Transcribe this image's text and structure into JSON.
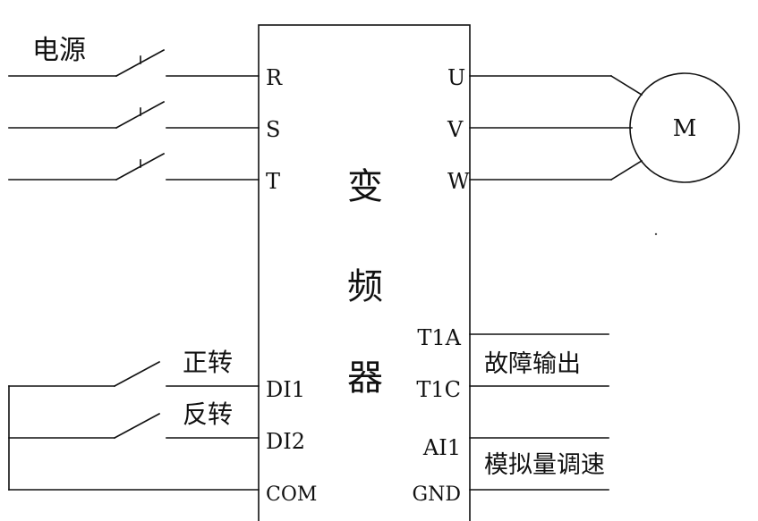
{
  "power_label": "电源",
  "inverter": {
    "title_chars": [
      "变",
      "频",
      "器"
    ],
    "inputs": [
      "R",
      "S",
      "T"
    ],
    "outputs": [
      "U",
      "V",
      "W"
    ],
    "digital_inputs": [
      "DI1",
      "DI2",
      "COM"
    ],
    "relay_terms": [
      "T1A",
      "T1C"
    ],
    "analog_terms": [
      "AI1",
      "GND"
    ]
  },
  "motor_label": "M",
  "forward_label": "正转",
  "reverse_label": "反转",
  "fault_output_label": "故障输出",
  "analog_speed_label": "模拟量调速",
  "colors": {
    "line": "#111111",
    "background": "#ffffff"
  }
}
